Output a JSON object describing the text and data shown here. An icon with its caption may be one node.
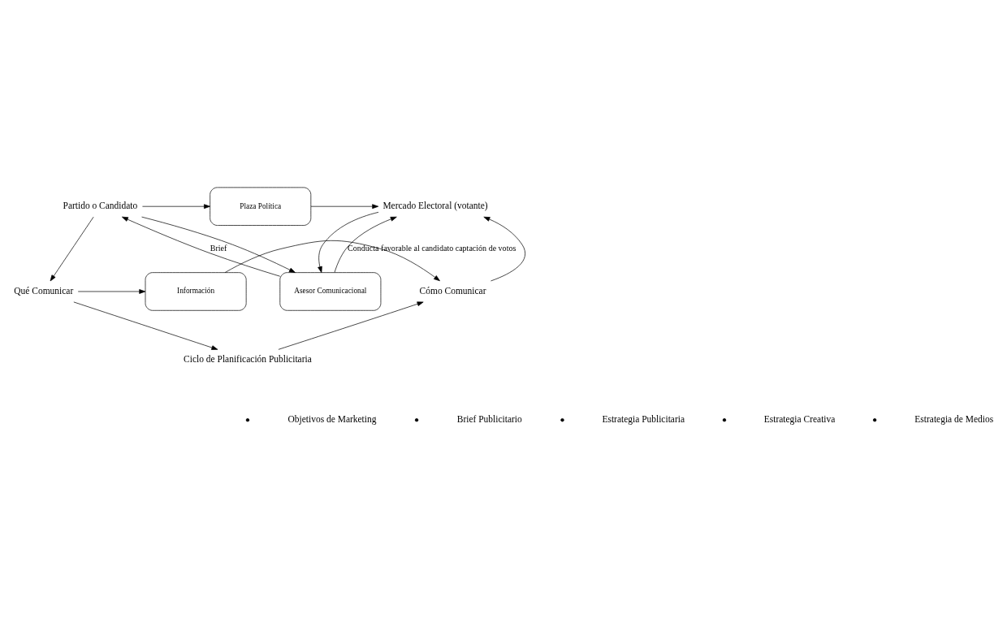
{
  "diagram": {
    "nodes": [
      {
        "text": [
          "Partido o Candidato"
        ]
      },
      {
        "text": [
          "Plaza Política"
        ]
      },
      {
        "text": [
          "Mercado Electoral (votante)"
        ]
      },
      {
        "text": [
          "Asesor Comunicacional"
        ]
      },
      {
        "text": [
          "Qué Comunicar"
        ]
      },
      {
        "text": [
          "Información"
        ]
      },
      {
        "text": [
          "Cómo Comunicar"
        ]
      },
      {
        "text": [
          "Ciclo de Planificación Publicitaria"
        ]
      }
    ],
    "edges": [
      {
        "from": 0,
        "to": 1,
        "arrow": "to"
      },
      {
        "from": 1,
        "to": 2,
        "arrow": "to"
      },
      {
        "from": 2,
        "to": 3,
        "arrow": "to"
      },
      {
        "from": 3,
        "to": 2,
        "arrow": "to",
        "label": "Conducta favorable al candidato captación de votos"
      },
      {
        "from": 3,
        "to": 0,
        "arrow": "to",
        "label": "Brief"
      },
      {
        "from": 0,
        "to": 3,
        "arrow": "to"
      },
      {
        "from": 0,
        "to": 4,
        "arrow": "to"
      },
      {
        "from": 4,
        "to": 5,
        "arrow": "to"
      },
      {
        "from": 5,
        "to": 6,
        "arrow": "to"
      },
      {
        "from": 4,
        "to": 7,
        "arrow": "to"
      },
      {
        "from": 7,
        "to": 6,
        "arrow": "to"
      },
      {
        "from": 6,
        "to": 2,
        "arrow": "to"
      }
    ],
    "labels": [
      "Objetivos de Marketing",
      "Brief Publicitario",
      "Estrategia Publicitaria",
      "Estrategia Creativa",
      "Estrategia de Medios"
    ]
  }
}
